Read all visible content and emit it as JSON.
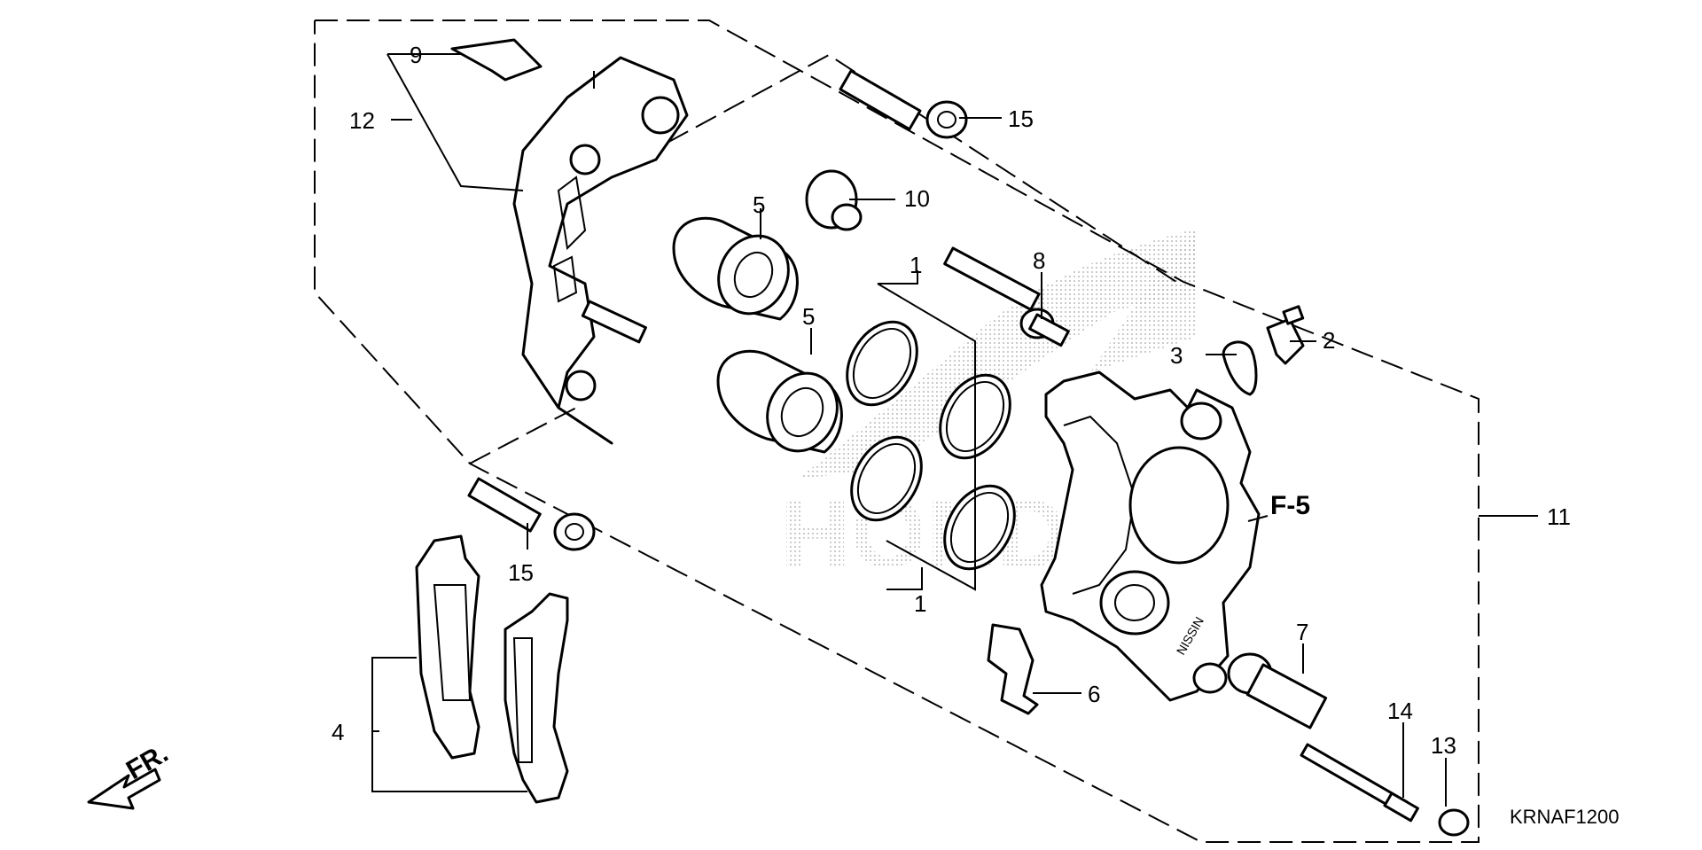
{
  "diagram": {
    "code": "KRNAF1200",
    "direction_label": "FR.",
    "reference": "F-5",
    "callouts": [
      {
        "id": "c1a",
        "text": "1"
      },
      {
        "id": "c1b",
        "text": "1"
      },
      {
        "id": "c2",
        "text": "2"
      },
      {
        "id": "c3",
        "text": "3"
      },
      {
        "id": "c4",
        "text": "4"
      },
      {
        "id": "c5a",
        "text": "5"
      },
      {
        "id": "c5b",
        "text": "5"
      },
      {
        "id": "c6",
        "text": "6"
      },
      {
        "id": "c7",
        "text": "7"
      },
      {
        "id": "c8",
        "text": "8"
      },
      {
        "id": "c9",
        "text": "9"
      },
      {
        "id": "c10",
        "text": "10"
      },
      {
        "id": "c11",
        "text": "11"
      },
      {
        "id": "c12",
        "text": "12"
      },
      {
        "id": "c13",
        "text": "13"
      },
      {
        "id": "c14",
        "text": "14"
      },
      {
        "id": "c15a",
        "text": "15"
      },
      {
        "id": "c15b",
        "text": "15"
      }
    ],
    "watermark": "HONDA"
  }
}
